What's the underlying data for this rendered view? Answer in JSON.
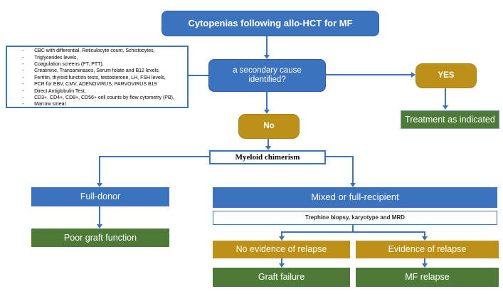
{
  "title": {
    "label": "Cytopenias following allo-HCT for MF"
  },
  "workup": {
    "bullet": "-",
    "items": [
      "CBC with differential, Reticulocyte count, Schistocytes,",
      "Triglycerides levels,",
      "Coagulation screens (PT, PTT),",
      "Creatinine, Transaminases, Serum folate and B12 levels,",
      "Ferritin, thyroid function tests, testosterone, LH, FSH levels,",
      "PCR for EBV, CMV, ADENOVIRUS, PARVOVIRUS B19",
      "Direct Antiglobulin Test,",
      "CD3+, CD4+, CD8+, CD56+ cell counts by flow cytometry (PB),",
      "Marrow smear"
    ]
  },
  "flow": {
    "secondary_cause": {
      "label": "a secondary cause identified?"
    },
    "yes": {
      "label": "YES"
    },
    "treatment": {
      "label": "Treatment as indicated"
    },
    "no": {
      "label": "No"
    },
    "myeloid_chimerism": {
      "label": "Myeloid chimerism"
    },
    "full_donor": {
      "label": "Full-donor"
    },
    "poor_graft_function": {
      "label": "Poor graft function"
    },
    "mixed_or_full_recipient": {
      "label": "Mixed or full-recipient"
    },
    "trephine": {
      "label": "Trephine biopsy, karyotype and MRD"
    },
    "no_evidence_of_relapse": {
      "label": "No evidence of relapse"
    },
    "evidence_of_relapse": {
      "label": "Evidence of relapse"
    },
    "graft_failure": {
      "label": "Graft failure"
    },
    "mf_relapse": {
      "label": "MF relapse"
    }
  },
  "colors": {
    "node_blue": "#3b73be",
    "node_gold": "#bd9018",
    "node_green": "#4e7a38",
    "connector": "#3b73be"
  }
}
